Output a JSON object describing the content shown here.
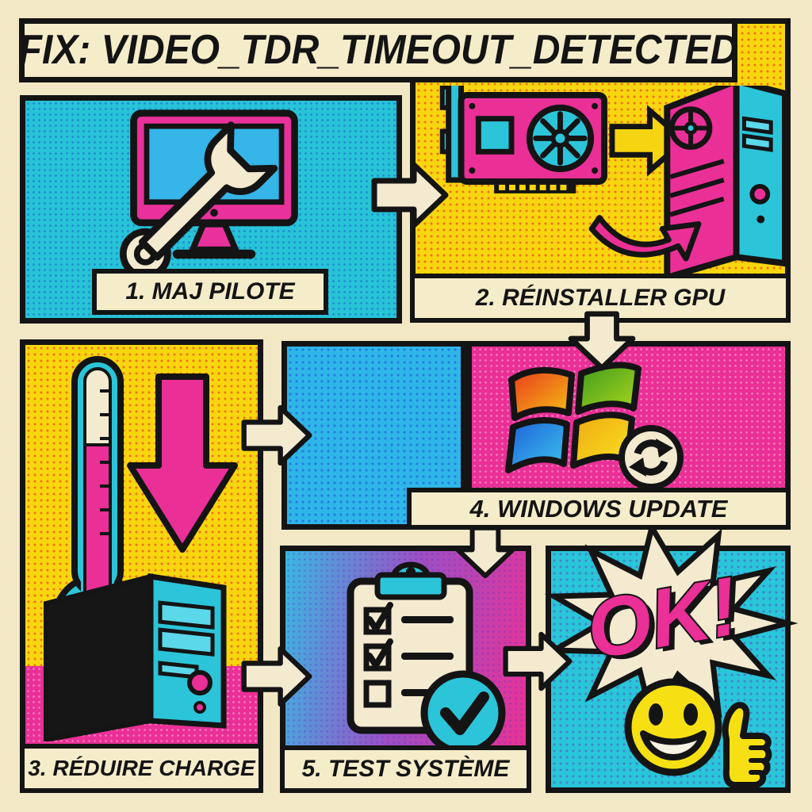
{
  "title": {
    "text": "FIX: VIDEO_TDR_TIMEOUT_DETECTED"
  },
  "panels": {
    "p1": {
      "label": "1. MAJ PILOTE",
      "icon": "monitor-wrench"
    },
    "p2": {
      "label": "2. RÉINSTALLER GPU",
      "icon": "gpu-into-case"
    },
    "p3": {
      "label": "3. RÉDUIRE CHARGE",
      "icon": "thermometer-cooldown-tower"
    },
    "p4": {
      "label": "4. WINDOWS UPDATE",
      "icon": "windows-logo-refresh"
    },
    "p5": {
      "label": "5. TEST SYSTÈME",
      "icon": "checklist-clipboard"
    },
    "p6": {
      "ok_text": "OK!",
      "icon": "ok-burst-smiley-thumbs-up"
    }
  },
  "flow_arrows": [
    "panel1-to-panel2-right",
    "panel2-to-panel4-down",
    "panel3-to-center-right",
    "panel4-to-panel5-down",
    "panel3-to-panel5-right",
    "panel5-to-panel6-right"
  ],
  "colors": {
    "cream": "#f3e9c9",
    "yellow": "#f8d60e",
    "magenta": "#ea2f96",
    "cyan": "#27c3d6",
    "blue": "#2fb6e8",
    "ink": "#141414",
    "smiley_yellow": "#f6e013"
  }
}
